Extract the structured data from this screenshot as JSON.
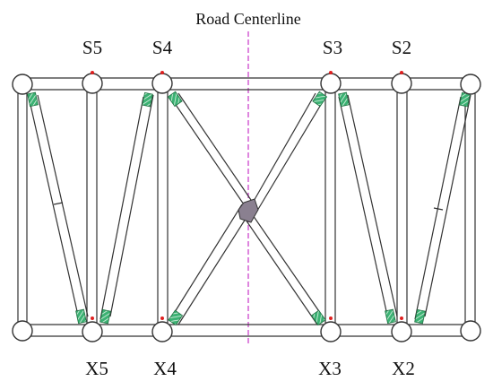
{
  "title": "Road Centerline",
  "labels": {
    "top": [
      "S5",
      "S4",
      "S3",
      "S2"
    ],
    "bottom": [
      "X5",
      "X4",
      "X3",
      "X2"
    ]
  },
  "colors": {
    "stroke": "#333333",
    "centerline": "#cc44cc",
    "gusset": "#3bb273",
    "marker": "#e02020",
    "center_plate": "#8a8090"
  }
}
